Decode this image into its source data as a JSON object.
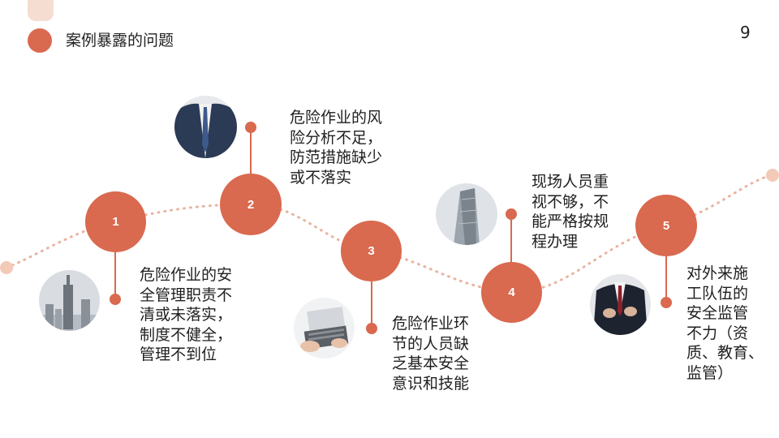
{
  "header": {
    "title": "案例暴露的问题",
    "page_number": "9"
  },
  "colors": {
    "accent": "#d9694f",
    "accent_light": "#f3c9b8",
    "wave_dots": "#e9b3a0"
  },
  "steps": [
    {
      "number": "1",
      "text_lines": [
        "危险作业的安",
        "全管理职责不",
        "清或未落实，",
        "制度不健全，",
        "管理不到位"
      ],
      "photo": "skyscraper-photo"
    },
    {
      "number": "2",
      "text_lines": [
        "危险作业的风",
        "险分析不足，",
        "防范措施缺少",
        "或不落实"
      ],
      "photo": "businessman-suit-photo"
    },
    {
      "number": "3",
      "text_lines": [
        "危险作业环",
        "节的人员缺",
        "乏基本安全",
        "意识和技能"
      ],
      "photo": "laptop-typing-photo"
    },
    {
      "number": "4",
      "text_lines": [
        "现场人员重",
        "视不够，不",
        "能严格按规",
        "程办理"
      ],
      "photo": "tower-building-photo"
    },
    {
      "number": "5",
      "text_lines": [
        "对外来施",
        "工队伍的",
        "安全监管",
        "不力（资",
        "质、教育、",
        "监管）"
      ],
      "photo": "businessman-cufflink-photo"
    }
  ]
}
